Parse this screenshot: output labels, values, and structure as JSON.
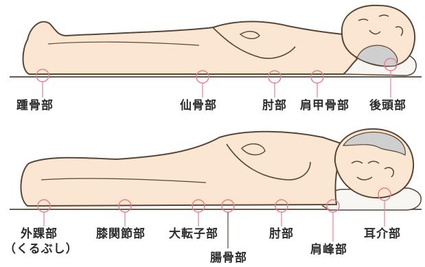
{
  "supine": {
    "labels": {
      "heel": "踵骨部",
      "sacrum": "仙骨部",
      "elbow": "肘部",
      "scapula": "肩甲骨部",
      "occiput": "後頭部"
    }
  },
  "lateral": {
    "labels": {
      "ankle": "外踝部",
      "ankle_reading": "（くるぶし）",
      "knee": "膝関節部",
      "trochanter": "大転子部",
      "ilium": "腸骨部",
      "elbow": "肘部",
      "acromion": "肩峰部",
      "ear": "耳介部"
    }
  },
  "colors": {
    "skin": "#fae6d1",
    "outline": "#5a4535",
    "hair": "#cfcfcf",
    "pillow": "#f8f6f2",
    "surface": "#6a5a4c",
    "marker": "#e57f8d"
  }
}
